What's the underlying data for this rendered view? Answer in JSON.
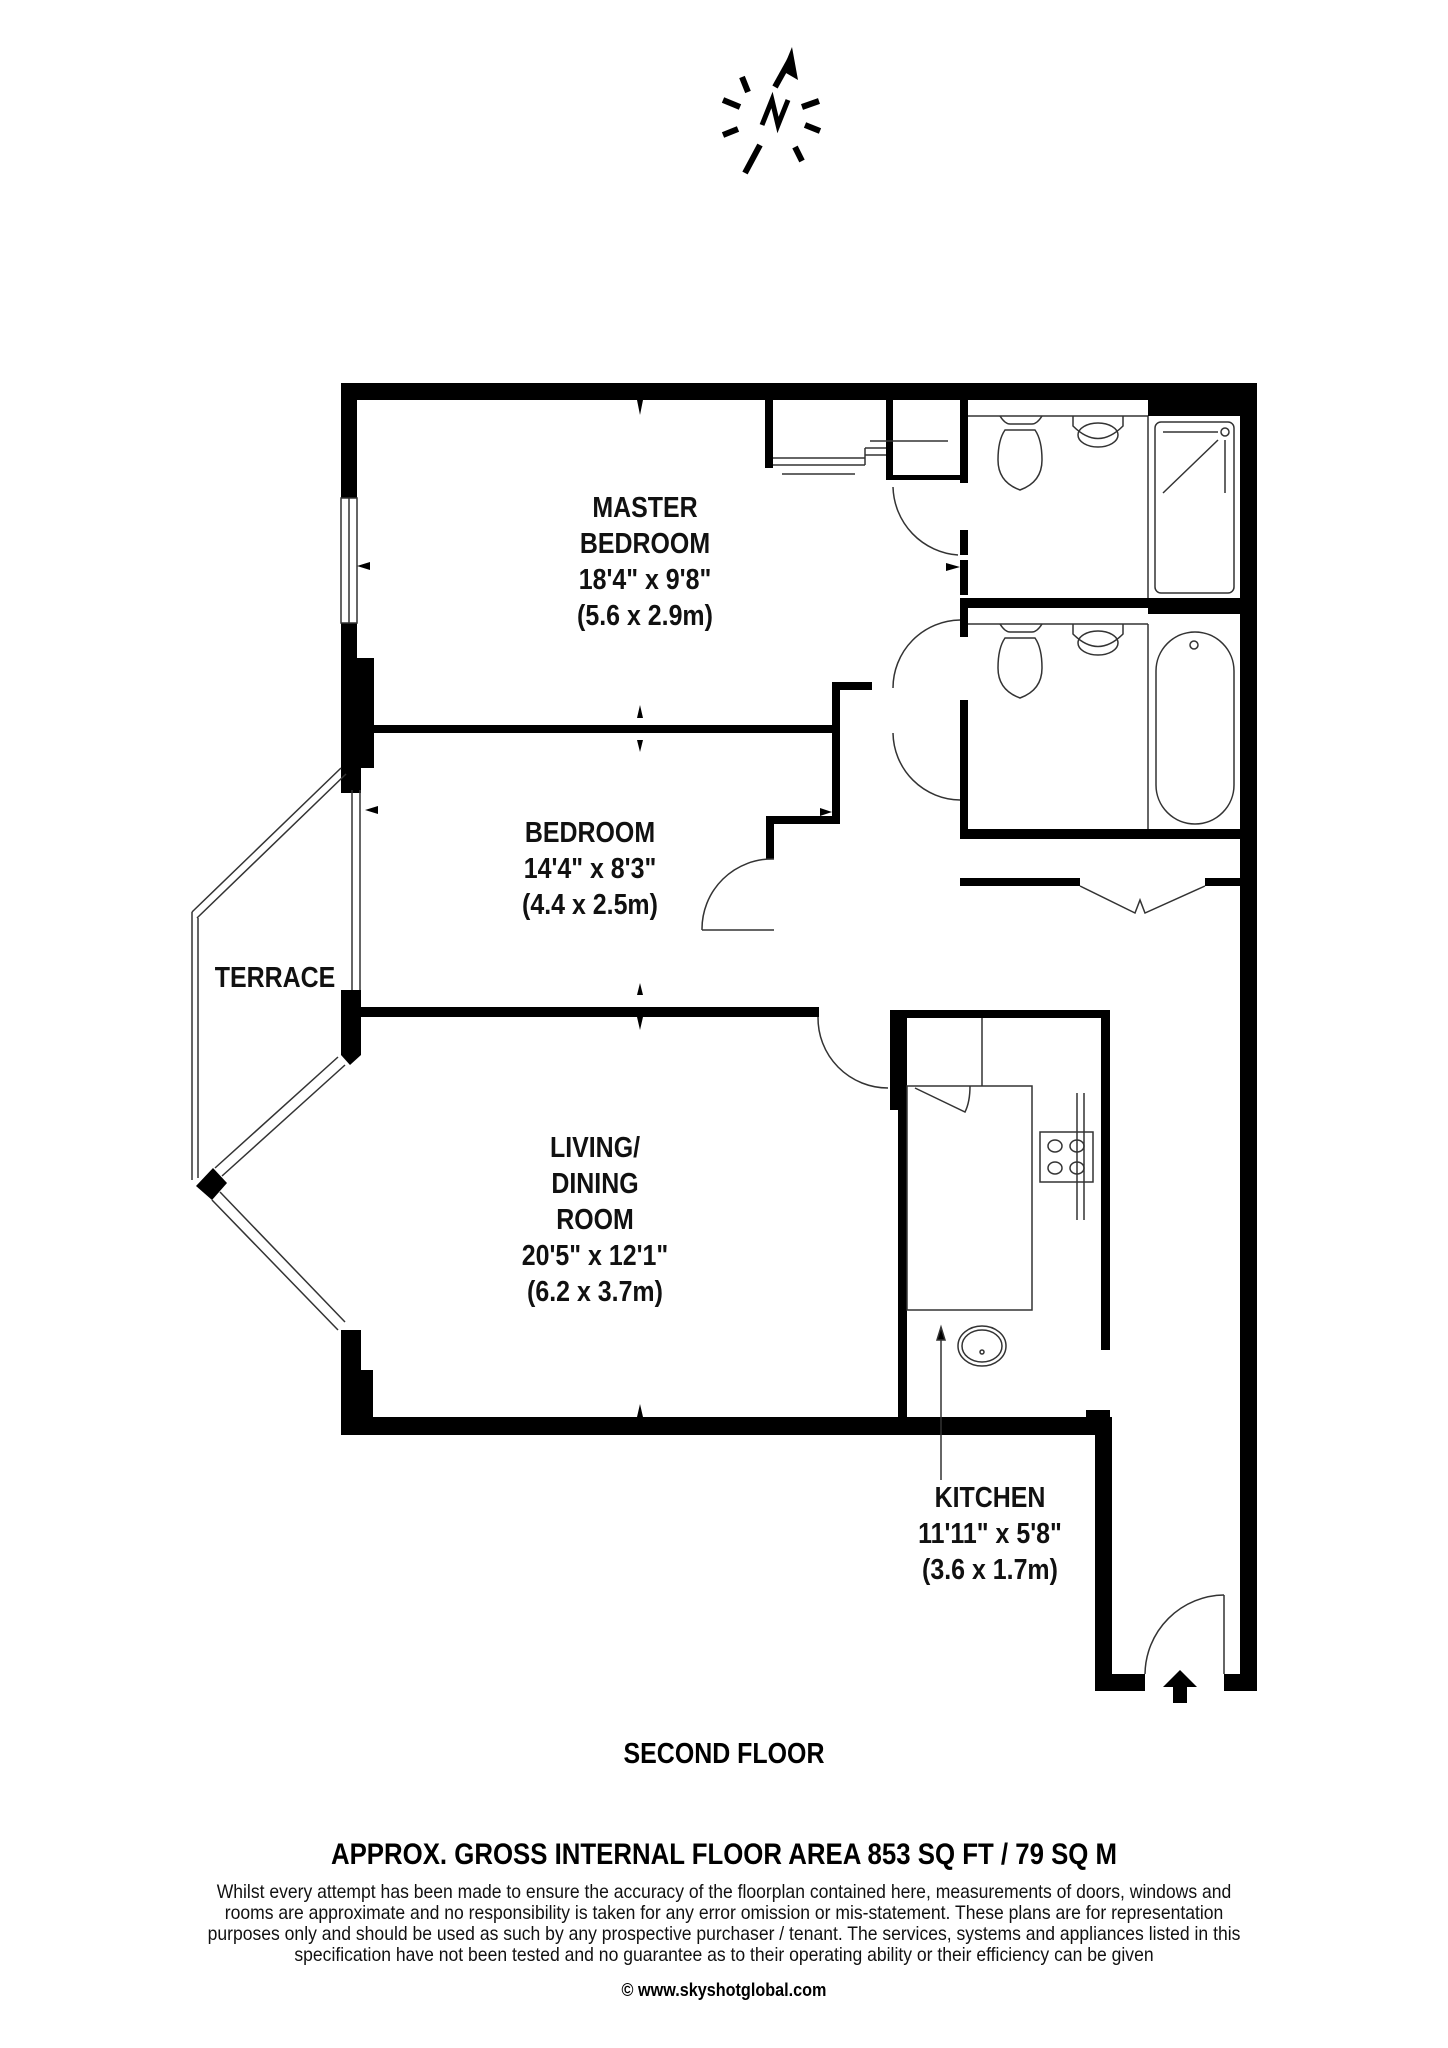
{
  "compass": {
    "icon": "north-arrow-icon",
    "letter": "N"
  },
  "rooms": {
    "master_bedroom": {
      "name_line1": "MASTER",
      "name_line2": "BEDROOM",
      "imperial": "18'4\" x 9'8\"",
      "metric": "(5.6 x 2.9m)"
    },
    "bedroom": {
      "name": "BEDROOM",
      "imperial": "14'4\" x 8'3\"",
      "metric": "(4.4 x 2.5m)"
    },
    "terrace": {
      "name": "TERRACE"
    },
    "living_dining": {
      "name_line1": "LIVING/",
      "name_line2": "DINING",
      "name_line3": "ROOM",
      "imperial": "20'5\" x 12'1\"",
      "metric": "(6.2 x 3.7m)"
    },
    "kitchen": {
      "name": "KITCHEN",
      "imperial": "11'11\" x 5'8\"",
      "metric": "(3.6 x 1.7m)"
    }
  },
  "fixtures": [
    "toilet-icon",
    "basin-icon",
    "shower-tray-icon",
    "bathtub-icon",
    "hob-icon",
    "sink-icon",
    "entrance-arrow-icon"
  ],
  "footer": {
    "floor": "SECOND FLOOR",
    "area": "APPROX. GROSS INTERNAL FLOOR AREA 853 SQ FT / 79 SQ M",
    "disclaimer_lines": [
      "Whilst every attempt has been made to ensure the accuracy of the floorplan contained here, measurements of doors, windows and",
      "rooms are approximate and no responsibility is taken for any error omission or mis-statement. These plans are for representation",
      "purposes only and should  be used as such by any prospective purchaser / tenant. The services, systems and appliances listed in this",
      "specification have not been tested and no guarantee as to their operating ability or their efficiency can be given"
    ],
    "credit": "© www.skyshotglobal.com"
  },
  "colors": {
    "wall": "#000000",
    "line": "#333333",
    "background": "#ffffff"
  }
}
